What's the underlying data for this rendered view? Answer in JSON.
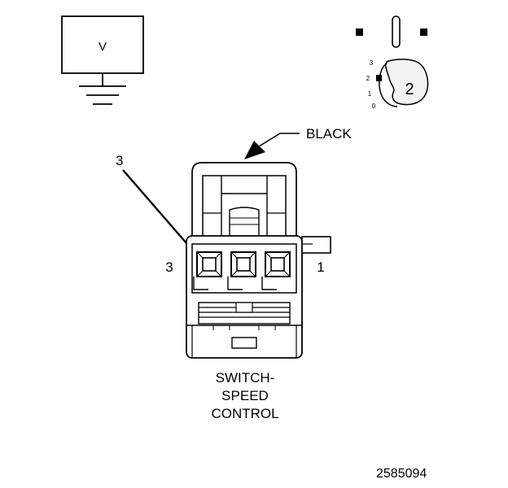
{
  "meter": {
    "label": "V"
  },
  "selector": {
    "positions": [
      "3",
      "2",
      "1",
      "0"
    ],
    "current": "2"
  },
  "connector": {
    "color_label": "BLACK",
    "pin_callout": "3",
    "left_pin": "3",
    "right_pin": "1"
  },
  "component": {
    "name_lines": [
      "SWITCH-",
      "SPEED",
      "CONTROL"
    ]
  },
  "figure_id": "2585094",
  "colors": {
    "ink": "#000000",
    "background": "#ffffff",
    "knob_fill": "#f2f2f2"
  }
}
